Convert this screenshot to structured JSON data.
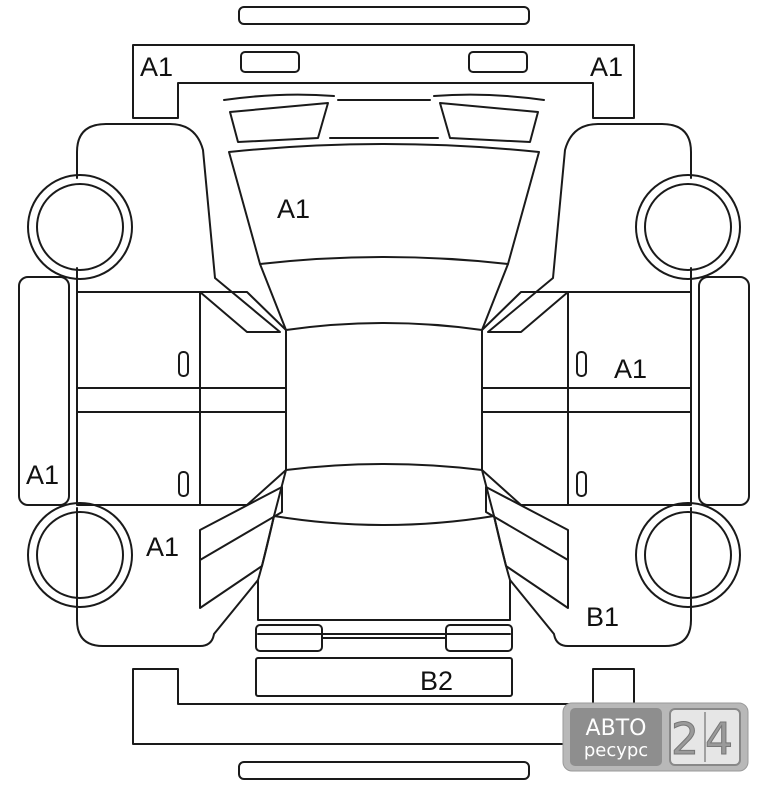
{
  "damage_marks": {
    "front_left": "A1",
    "front_right": "A1",
    "hood": "A1",
    "right_side": "A1",
    "left_side": "A1",
    "left_rear_fender": "A1",
    "right_rear_fender": "B1",
    "rear_bumper": "B2"
  },
  "watermark": {
    "line1": "АВТО",
    "line2": "ресурс",
    "digits": "24"
  }
}
